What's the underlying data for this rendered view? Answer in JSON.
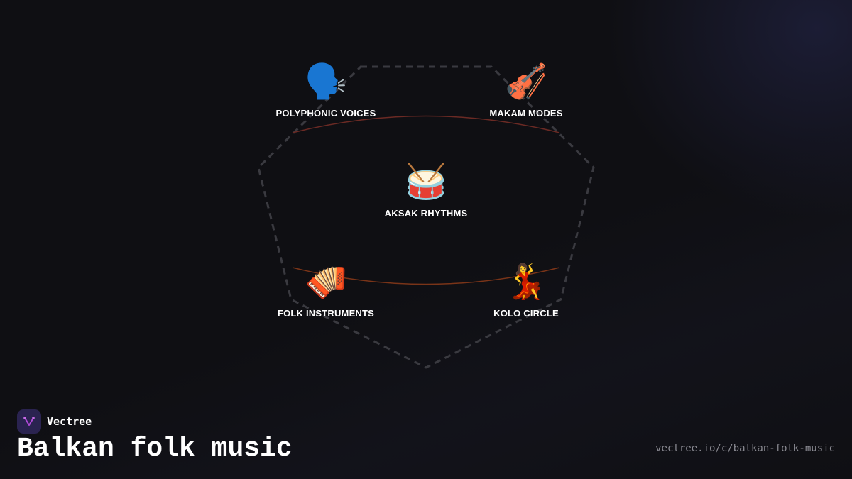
{
  "nodes": [
    {
      "id": "polyphonic-voices",
      "label": "POLYPHONIC VOICES",
      "emoji": "🗣️",
      "icon": "speaking-head-icon"
    },
    {
      "id": "makam-modes",
      "label": "MAKAM MODES",
      "emoji": "🎻",
      "icon": "violin-icon"
    },
    {
      "id": "aksak-rhythms",
      "label": "AKSAK RHYTHMS",
      "emoji": "🥁",
      "icon": "drum-icon"
    },
    {
      "id": "folk-instruments",
      "label": "FOLK INSTRUMENTS",
      "emoji": "🪗",
      "icon": "accordion-icon"
    },
    {
      "id": "kolo-circle",
      "label": "KOLO CIRCLE",
      "emoji": "💃",
      "icon": "dancer-icon"
    }
  ],
  "colors": {
    "background": "#0f0f13",
    "outline": "#3a3a40",
    "top_arc": "#6b2a24",
    "bottom_arc": "#7a3418",
    "brand_logo_bg": "#2a2350",
    "brand_logo_mark": "#b04ad8",
    "url_text": "#8a8a92"
  },
  "brand": {
    "name": "Vectree",
    "icon": "vectree-logo-icon"
  },
  "title": "Balkan folk music",
  "url": "vectree.io/c/balkan-folk-music"
}
